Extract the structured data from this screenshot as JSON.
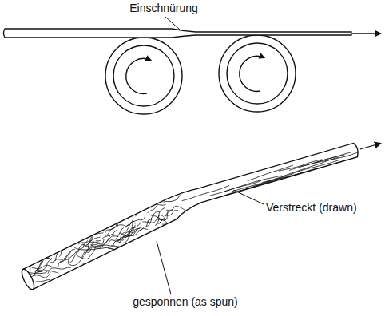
{
  "diagram": {
    "labels": [
      "Einschnürung",
      "Verstreckt (drawn)",
      "gesponnen (as spun)"
    ]
  }
}
